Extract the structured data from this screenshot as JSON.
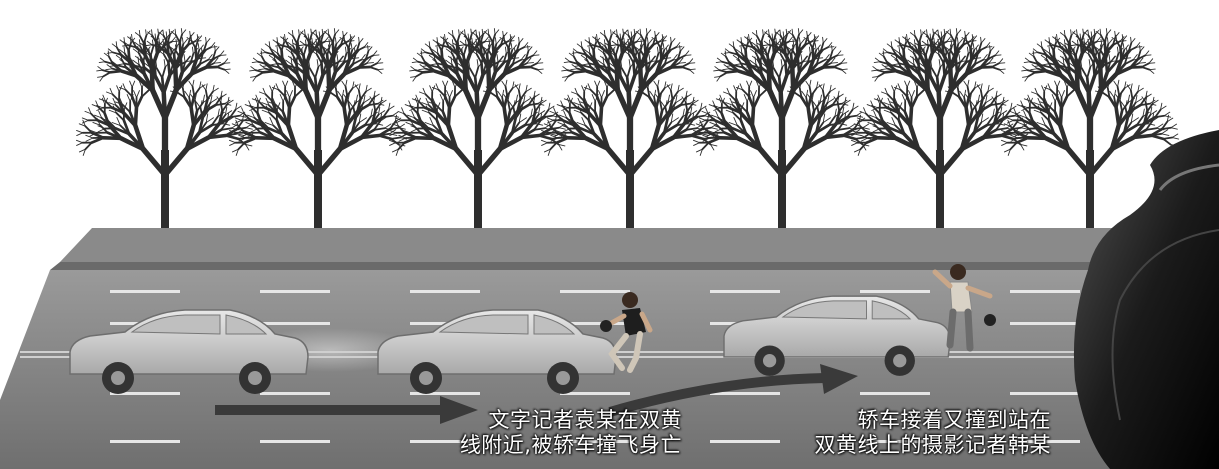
{
  "captions": {
    "left": {
      "line1": "文字记者袁某在双黄",
      "line2": "线附近,被轿车撞飞身亡"
    },
    "right": {
      "line1": "轿车接着又撞到站在",
      "line2": "双黄线上的摄影记者韩某"
    }
  },
  "colors": {
    "sky": "#ffffff",
    "road": "#8c8c8c",
    "sidewalk": "#7a7a7a",
    "lane_marking": "#e6e6e6",
    "car": "#d0d0d0",
    "arrow": "#3a3a3a",
    "tree": "#2e2e2e",
    "camera_edge": "#1a1a1a"
  }
}
